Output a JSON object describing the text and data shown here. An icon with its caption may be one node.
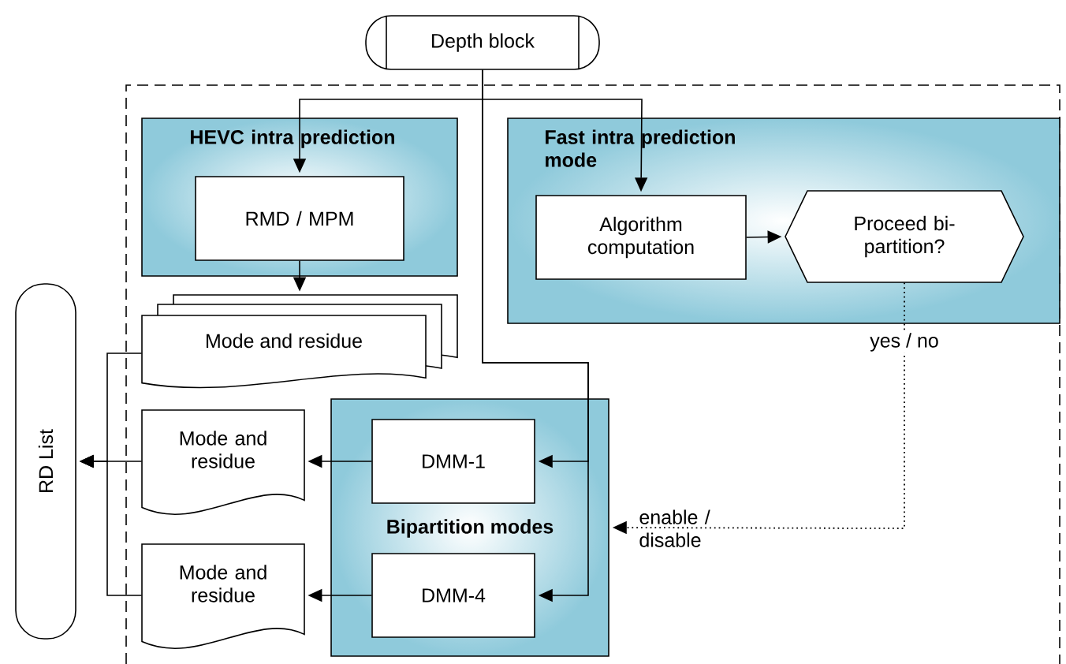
{
  "diagram": {
    "nodes": [
      {
        "text": [
          "Depth block"
        ]
      },
      {
        "text": [
          "HEVC intra prediction"
        ]
      },
      {
        "text": [
          "RMD / MPM"
        ],
        "in": 1
      },
      {
        "text": [
          "Fast intra prediction mode"
        ]
      },
      {
        "text": [
          "Algorithm computation"
        ],
        "in": 3
      },
      {
        "text": [
          "Proceed bi-partition?"
        ],
        "in": 3
      },
      {
        "text": [
          "Mode and residue"
        ]
      },
      {
        "text": [
          "RD List"
        ]
      },
      {
        "text": [
          "Bipartition modes"
        ]
      },
      {
        "text": [
          "DMM-1"
        ],
        "in": 8
      },
      {
        "text": [
          "DMM-4"
        ],
        "in": 8
      },
      {
        "text": [
          "Mode and residue"
        ]
      },
      {
        "text": [
          "Mode and residue"
        ]
      }
    ],
    "edges": [
      {
        "from": 0,
        "to": 2,
        "arrow": "to"
      },
      {
        "from": 0,
        "to": 4,
        "arrow": "to"
      },
      {
        "from": 0,
        "to": 9,
        "arrow": "to"
      },
      {
        "from": 0,
        "to": 10,
        "arrow": "to"
      },
      {
        "from": 2,
        "to": 6,
        "arrow": "to"
      },
      {
        "from": 4,
        "to": 5,
        "arrow": "to"
      },
      {
        "from": 5,
        "to": 8,
        "arrow": "to",
        "style": "dashed",
        "label": "yes / no"
      },
      {
        "from": 9,
        "to": 11,
        "arrow": "to"
      },
      {
        "from": 10,
        "to": 12,
        "arrow": "to"
      },
      {
        "from": 6,
        "to": 7,
        "arrow": "to"
      },
      {
        "from": 11,
        "to": 7,
        "arrow": "to"
      },
      {
        "from": 12,
        "to": 7,
        "arrow": "to"
      }
    ],
    "labels": [
      "enable / disable"
    ]
  }
}
